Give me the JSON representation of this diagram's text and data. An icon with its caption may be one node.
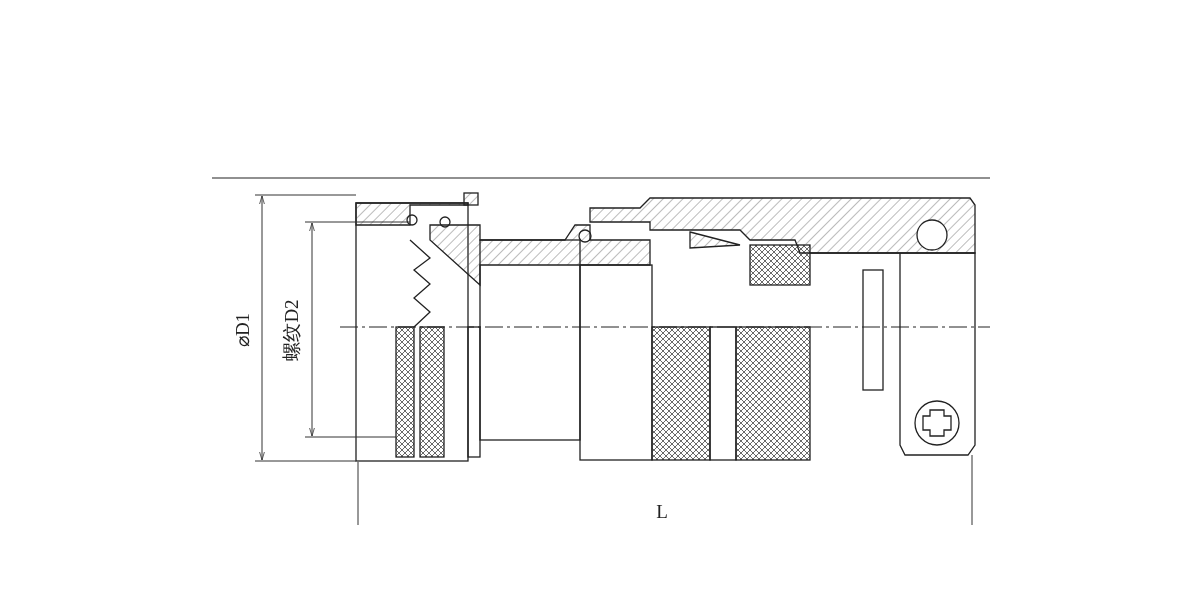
{
  "diagram": {
    "labels": [
      "⌀D1",
      "螺纹D2",
      "L"
    ]
  }
}
